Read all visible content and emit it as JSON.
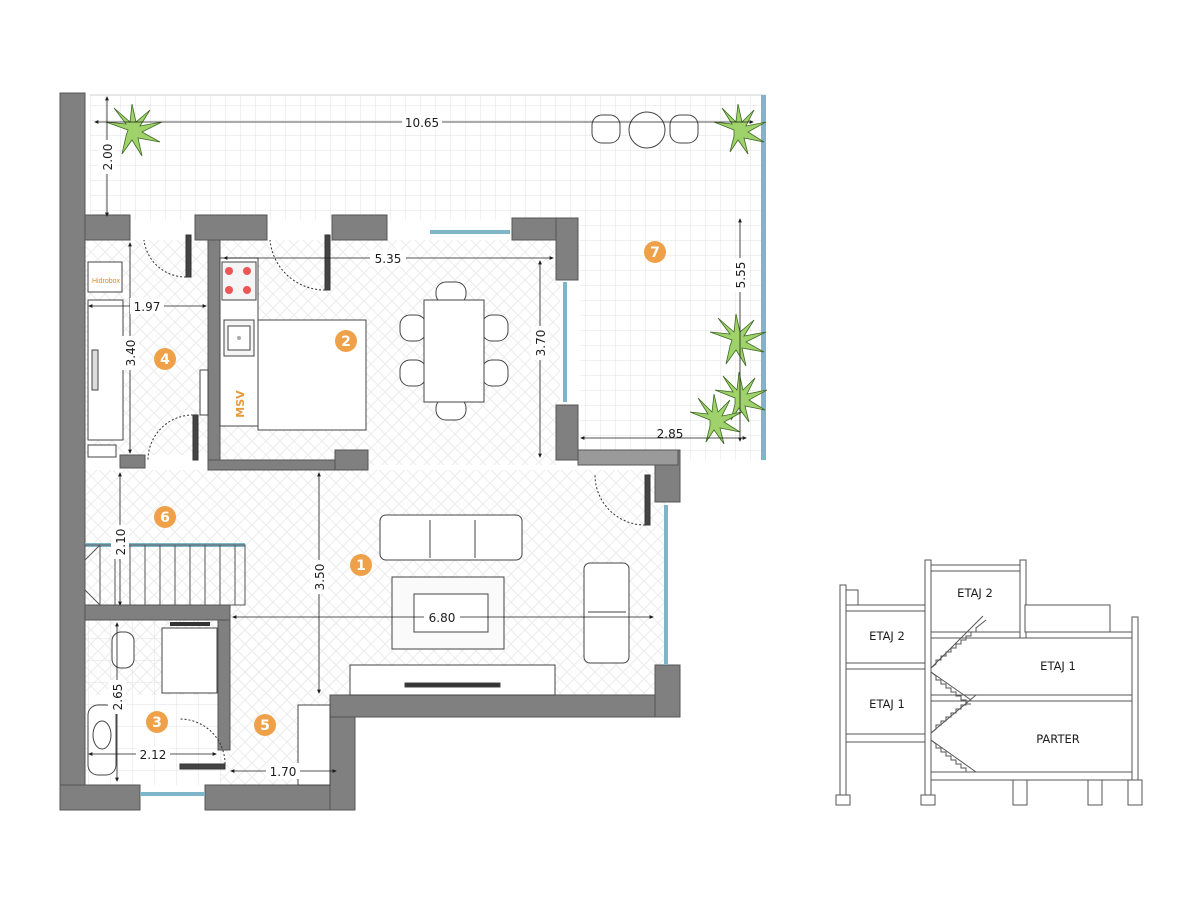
{
  "colors": {
    "wall": "#808080",
    "accent": "#efa14a",
    "glass": "#7fb5c9",
    "plant": "#9fd26a",
    "floor_line": "#e3e3e3"
  },
  "dimensions": {
    "terrace_width": "10.65",
    "terrace_depth": "2.00",
    "terrace_side": "5.55",
    "terrace_inner": "2.85",
    "kitchen_width": "5.35",
    "kitchen_depth": "3.70",
    "pantry_width": "1.97",
    "pantry_depth": "3.40",
    "hall_depth": "2.10",
    "living_depth": "3.50",
    "living_width": "6.80",
    "bath_depth": "2.65",
    "bath_width": "2.12",
    "hall2_width": "1.70"
  },
  "rooms": [
    "1",
    "2",
    "3",
    "4",
    "5",
    "6",
    "7"
  ],
  "fixtures": {
    "boiler_label": "Hidrobox",
    "dishwasher_label": "MSV"
  },
  "section": {
    "etaj2_left": "ETAJ 2",
    "etaj2_top": "ETAJ 2",
    "etaj1_right": "ETAJ 1",
    "etaj1_left": "ETAJ 1",
    "parter": "PARTER"
  }
}
